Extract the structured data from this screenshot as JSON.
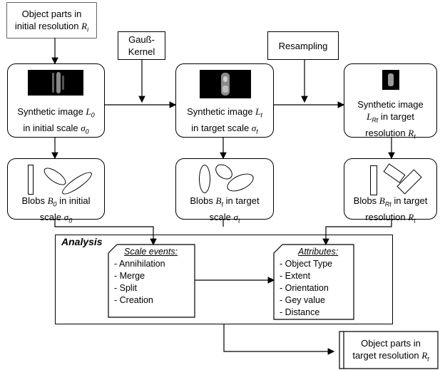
{
  "input_box": {
    "line1": "Object parts in",
    "line2": "initial resolution ",
    "var": "R",
    "sub": "i"
  },
  "gauss_box": {
    "line1": "Gauß-",
    "line2": "Kernel"
  },
  "resampling_box": {
    "label": "Resampling"
  },
  "synth1": {
    "line1": "Synthetic image ",
    "var1": "L",
    "sub1": "0",
    "line2": "in initial scale ",
    "var2": "σ",
    "sub2": "0"
  },
  "synth2": {
    "line1": "Synthetic image ",
    "var1": "L",
    "sub1": "t",
    "line2": "in target scale ",
    "var2": "σ",
    "sub2": "t"
  },
  "synth3": {
    "line1": "Synthetic image",
    "var1": "L",
    "sub1": "Rt",
    "line2a": " in target",
    "line2": "resolution ",
    "var2": "R",
    "sub2": "t"
  },
  "blobs1": {
    "line1": "Blobs ",
    "var1": "B",
    "sub1": "0",
    "line1b": " in  initial",
    "line2": "scale ",
    "var2": "σ",
    "sub2": "0"
  },
  "blobs2": {
    "line1": "Blobs ",
    "var1": "B",
    "sub1": "t",
    "line1b": " in target",
    "line2": "scale ",
    "var2": "σ",
    "sub2": "t"
  },
  "blobs3": {
    "line1": "Blobs ",
    "var1": "B",
    "sub1": "Rt",
    "line1b": " in target",
    "line2": "resolution ",
    "var2": "R",
    "sub2": "t"
  },
  "analysis": {
    "title": "Analysis",
    "scale_events": {
      "heading": "Scale events:",
      "items": [
        "- Annihilation",
        "- Merge",
        "- Split",
        "- Creation"
      ]
    },
    "attributes": {
      "heading": "Attributes:",
      "items": [
        "- Object Type",
        "- Extent",
        "- Orientation",
        "- Gey value",
        "- Distance"
      ]
    }
  },
  "output_box": {
    "line1": "Object parts in",
    "line2": "target resolution ",
    "var": "R",
    "sub": "t"
  }
}
